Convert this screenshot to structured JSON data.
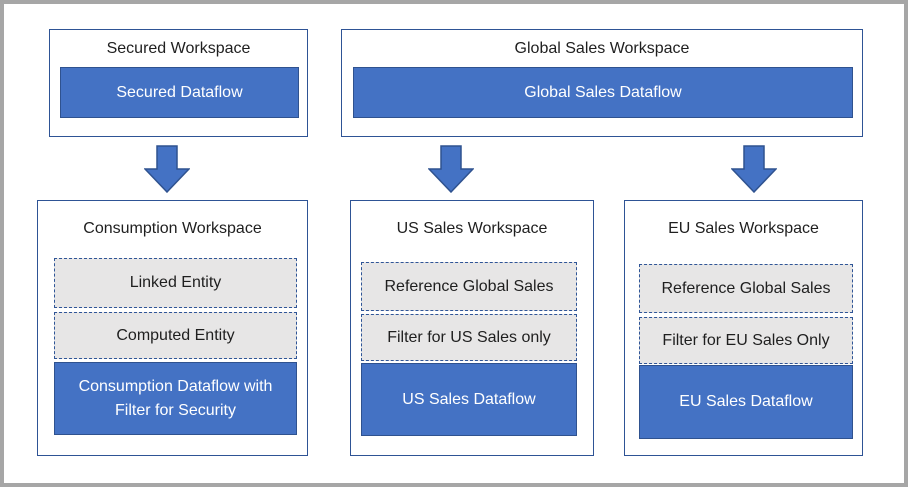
{
  "colors": {
    "blue_fill": "#4472C4",
    "blue_border": "#2F528F",
    "workspace_border": "#2E5395",
    "entity_fill": "#E7E6E6",
    "entity_border": "#2F5597",
    "frame_border": "#A6A6A6",
    "text_dark": "#1F1F1F",
    "text_light": "#FFFFFF"
  },
  "diagram": {
    "workspaces": {
      "secured": {
        "title": "Secured Workspace",
        "blocks": {
          "dataflow": "Secured Dataflow"
        }
      },
      "global": {
        "title": "Global Sales Workspace",
        "blocks": {
          "dataflow": "Global Sales Dataflow"
        }
      },
      "consumption": {
        "title": "Consumption Workspace",
        "blocks": {
          "entity1": "Linked Entity",
          "entity2": "Computed Entity",
          "dataflow": "Consumption Dataflow with Filter for Security"
        }
      },
      "us": {
        "title": "US Sales Workspace",
        "blocks": {
          "entity1": "Reference Global Sales",
          "entity2": "Filter for US Sales only",
          "dataflow": "US Sales Dataflow"
        }
      },
      "eu": {
        "title": "EU Sales Workspace",
        "blocks": {
          "entity1": "Reference Global Sales",
          "entity2": "Filter for EU Sales Only",
          "dataflow": "EU Sales Dataflow"
        }
      }
    }
  }
}
